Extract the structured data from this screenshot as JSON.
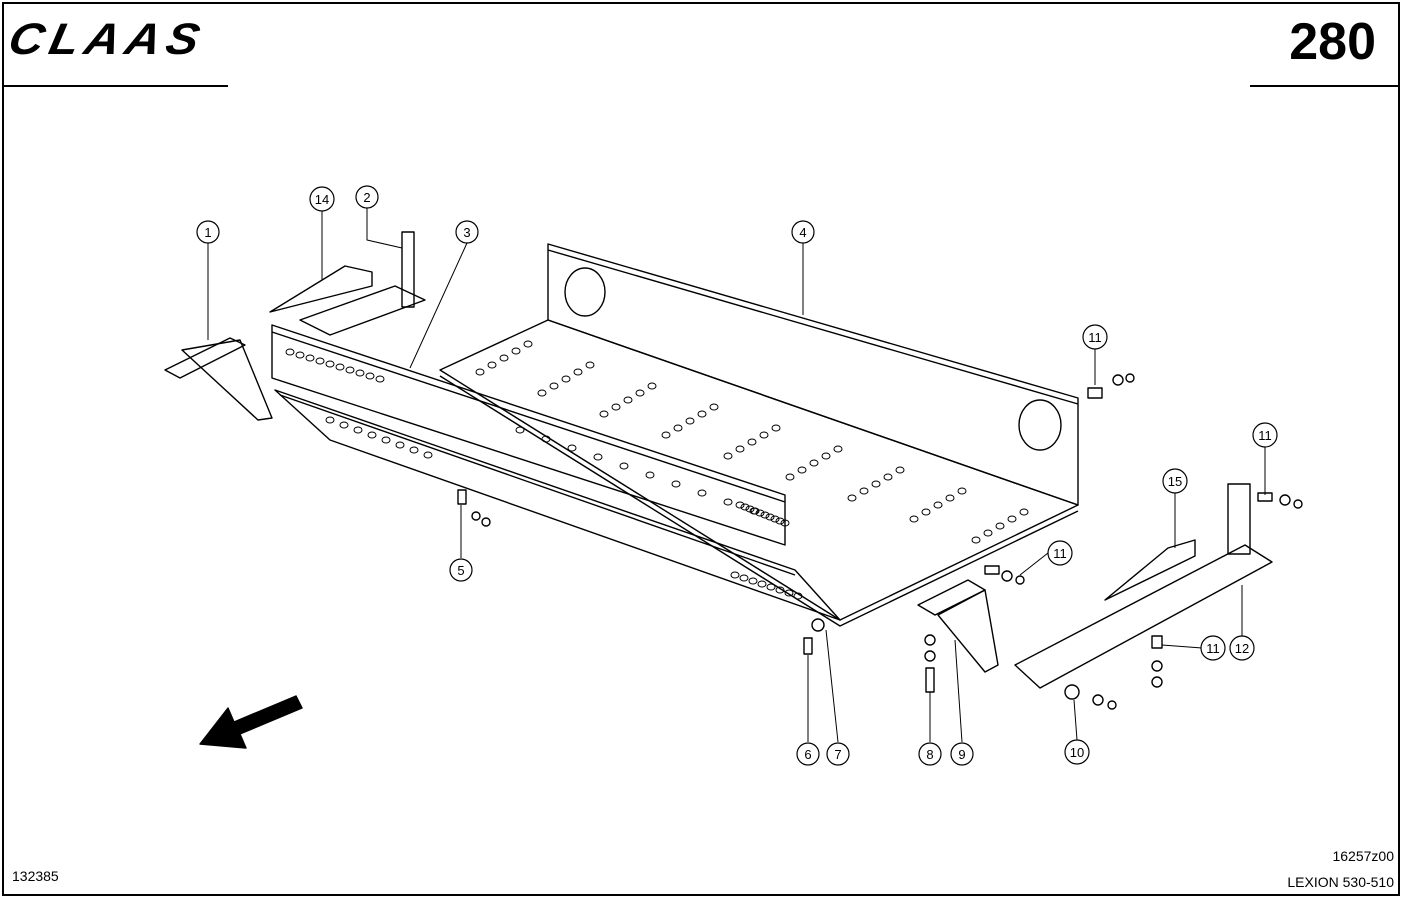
{
  "header": {
    "brand": "CLAAS",
    "page_number": "280"
  },
  "footer": {
    "doc_id": "132385",
    "drawing_no": "16257z00",
    "model": "LEXION 530-510"
  },
  "callouts": [
    "1",
    "2",
    "3",
    "4",
    "5",
    "6",
    "7",
    "8",
    "9",
    "10",
    "11",
    "11",
    "11",
    "11",
    "12",
    "14",
    "15"
  ],
  "colors": {
    "ink": "#000000",
    "paper": "#ffffff"
  }
}
